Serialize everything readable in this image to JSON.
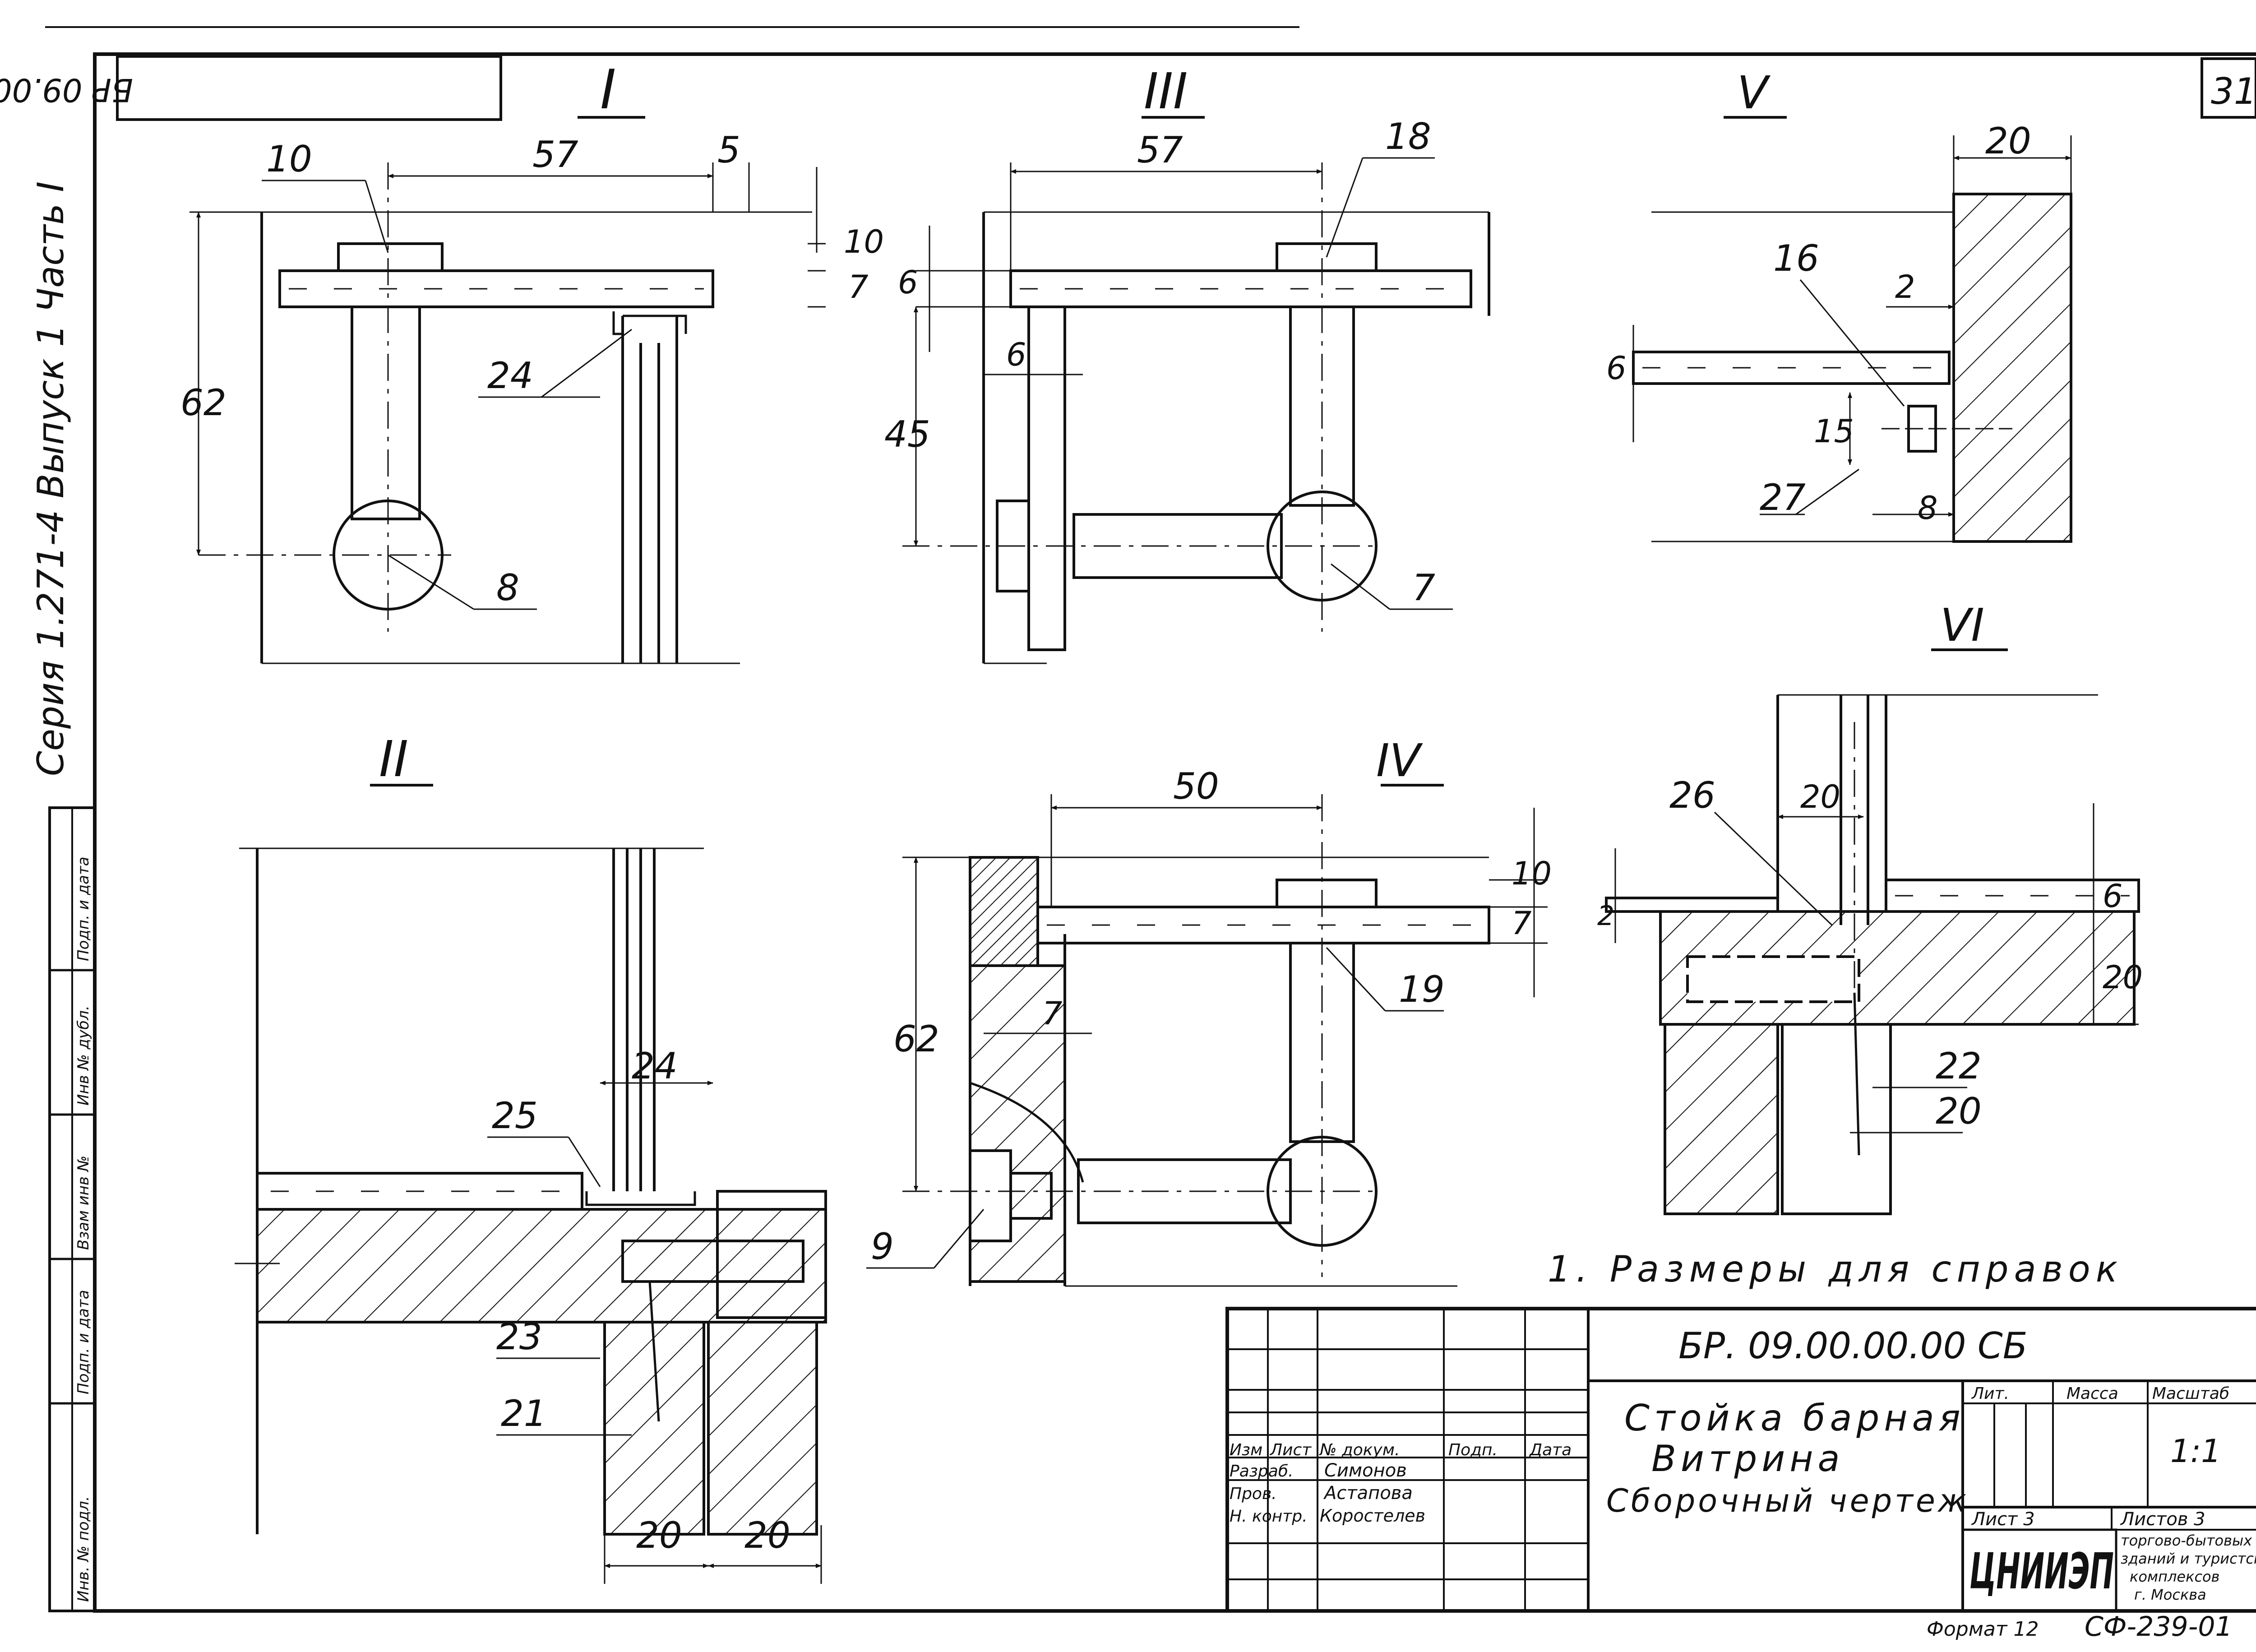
{
  "sheet": {
    "page_number": "31",
    "stamp_code": "БР 09.00.00.00 СБ",
    "series_text": "Серия 1.271-4 Выпуск 1 Часть I",
    "side_stamp": [
      "Инв. № подл.",
      "Подп. и дата",
      "Взам инв №",
      "Инв № дубл.",
      "Подп. и дата"
    ],
    "footer_format": "Формат 12",
    "footer_code": "СФ-239-01"
  },
  "views": {
    "I": {
      "label": "I",
      "dims": [
        "57",
        "5",
        "10",
        "7",
        "62"
      ],
      "callouts": [
        "10",
        "24",
        "8"
      ]
    },
    "II": {
      "label": "II",
      "dims": [
        "24",
        "20",
        "20"
      ],
      "callouts": [
        "25",
        "23",
        "21"
      ]
    },
    "III": {
      "label": "III",
      "dims": [
        "57",
        "6",
        "6",
        "45"
      ],
      "callouts": [
        "18",
        "7"
      ]
    },
    "IV": {
      "label": "IV",
      "dims": [
        "50",
        "10",
        "7",
        "7",
        "62"
      ],
      "callouts": [
        "19",
        "9"
      ]
    },
    "V": {
      "label": "V",
      "dims": [
        "20",
        "2",
        "6",
        "15",
        "8"
      ],
      "callouts": [
        "16",
        "27"
      ]
    },
    "VI": {
      "label": "VI",
      "dims": [
        "20",
        "2",
        "6",
        "20"
      ],
      "callouts": [
        "26",
        "22",
        "20"
      ]
    }
  },
  "note": "1. Размеры для справок",
  "title_block": {
    "designation": "БР. 09.00.00.00 СБ",
    "title_lines": [
      "Стойка барная",
      "Витрина",
      "Сборочный чертеж"
    ],
    "col_headers": [
      "Изм",
      "Лист",
      "№ докум.",
      "Подп.",
      "Дата"
    ],
    "roles": [
      "Разраб.",
      "Пров.",
      "Н. контр."
    ],
    "names": [
      "Симонов",
      "Астапова",
      "Коростелев"
    ],
    "lit_label": "Лит.",
    "mass_label": "Масса",
    "scale_label": "Масштаб",
    "scale_value": "1:1",
    "sheet_label": "Лист 3",
    "sheets_label": "Листов 3",
    "org_logo": "ЦНИИЭП",
    "org_lines": [
      "торгово-бытовых",
      "зданий и туристских",
      "комплексов",
      "г. Москва"
    ]
  }
}
